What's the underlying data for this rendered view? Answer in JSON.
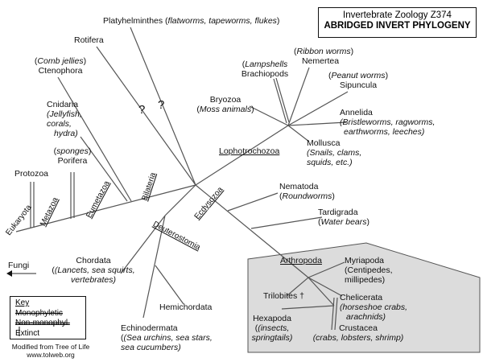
{
  "title": {
    "course": "Invertebrate Zoology Z374",
    "subtitle": "ABRIDGED INVERT PHYLOGENY"
  },
  "colors": {
    "line": "#555555",
    "text": "#111111",
    "arthropoda_box": "#dcdcdc"
  },
  "taxa": {
    "platyhelminthes": {
      "name": "Platyhelminthes",
      "common": "flatworms, tapeworms, flukes"
    },
    "rotifera": {
      "name": "Rotifera"
    },
    "ctenophora": {
      "common": "Comb jellies",
      "name": "Ctenophora"
    },
    "cnidaria": {
      "name": "Cnidaria",
      "common1": "(Jellyfish,",
      "common2": "corals,",
      "common3": "hydra)"
    },
    "porifera": {
      "common": "sponges",
      "name": "Porifera"
    },
    "protozoa": {
      "name": "Protozoa"
    },
    "brachiopods": {
      "common": "Lampshells",
      "name": "Brachiopods"
    },
    "nemertea": {
      "common": "Ribbon worms",
      "name": "Nemertea"
    },
    "sipuncula": {
      "common": "Peanut worms",
      "name": "Sipuncula"
    },
    "bryozoa": {
      "name": "Bryozoa",
      "common": "Moss animals"
    },
    "annelida": {
      "name": "Annelida",
      "common1": "(Bristleworms, ragworms,",
      "common2": "earthworms, leeches)"
    },
    "mollusca": {
      "name": "Mollusca",
      "common1": "(Snails, clams,",
      "common2": "squids, etc.)"
    },
    "nematoda": {
      "name": "Nematoda",
      "common": "Roundworms"
    },
    "tardigrada": {
      "name": "Tardigrada",
      "common": "Water bears"
    },
    "chordata": {
      "name": "Chordata",
      "common1": "(Lancets, sea squirts,",
      "common2": "vertebrates)"
    },
    "hemichordata": {
      "name": "Hemichordata"
    },
    "echinodermata": {
      "name": "Echinodermata",
      "common1": "(Sea urchins, sea stars,",
      "common2": "sea cucumbers)"
    },
    "arthropoda": {
      "name": "Arthropoda"
    },
    "myriapoda": {
      "name": "Myriapoda",
      "common1": "(Centipedes,",
      "common2": "millipedes)"
    },
    "trilobites": {
      "name": "Trilobites",
      "mark": "†"
    },
    "chelicerata": {
      "name": "Chelicerata",
      "common1": "(horseshoe crabs,",
      "common2": "arachnids)"
    },
    "hexapoda": {
      "name": "Hexapoda",
      "common1": "(insects,",
      "common2": "springtails)"
    },
    "crustacea": {
      "name": "Crustacea",
      "common": "(crabs, lobsters, shrimp)"
    },
    "fungi": {
      "name": "Fungi"
    }
  },
  "clades": {
    "eukaryota": "Eukaryota",
    "metazoa": "Metazoa",
    "eumetazoa": "Eumetazoa",
    "bilateria": "Bilateria",
    "lophotrochozoa": "Lophotrochozoa",
    "ecdysozoa": "Ecdysozoa",
    "deuterostomia": "Deuterostomia"
  },
  "uncertain": [
    "?",
    "?"
  ],
  "key": {
    "title": "Key",
    "monophyletic": "Monophyletic",
    "non_monophyletic": "Non-monophyl.",
    "extinct": "Extinct"
  },
  "credit": {
    "line1": "Modified from Tree of Life",
    "line2": "www.tolweb.org"
  }
}
